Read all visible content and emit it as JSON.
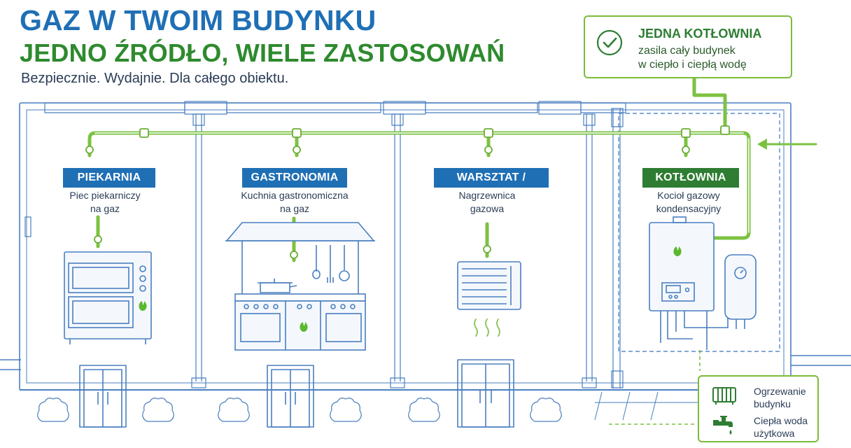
{
  "header": {
    "title_line1": "GAZ W TWOIM BUDYNKU",
    "title_line2": "JEDNO ŹRÓDŁO, WIELE ZASTOSOWAŃ",
    "subtitle": "Bezpiecznie. Wydajnie. Dla całego obiektu."
  },
  "callout": {
    "title": "JEDNA KOTŁOWNIA",
    "line1": "zasila cały budynek",
    "line2": "w ciepło i ciepłą wodę",
    "icon": "check-circle-icon"
  },
  "rooms": [
    {
      "label": "PIEKARNIA",
      "desc1": "Piec piekarniczy",
      "desc2": "na gaz",
      "icon": "oven-icon"
    },
    {
      "label": "GASTRONOMIA",
      "desc1": "Kuchnia gastronomiczna",
      "desc2": "na gaz",
      "icon": "kitchen-stove-icon"
    },
    {
      "label": "WARSZTAT / USŁUGI",
      "desc1": "Nagrzewnica",
      "desc2": "gazowa",
      "icon": "gas-heater-icon"
    },
    {
      "label": "KOTŁOWNIA",
      "desc1": "Kocioł gazowy",
      "desc2": "kondensacyjny",
      "icon": "gas-boiler-icon"
    }
  ],
  "legend": {
    "item1_line1": "Ogrzewanie",
    "item1_line2": "budynku",
    "item1_icon": "radiator-icon",
    "item2_line1": "Ciepła woda",
    "item2_line2": "użytkowa",
    "item2_icon": "water-tap-icon"
  },
  "colors": {
    "blue": "#1f6fb5",
    "green": "#2e8a2e",
    "gas_pipe": "#7cc242",
    "line_blue": "#4a7fc0",
    "flame": "#5cb82e"
  }
}
